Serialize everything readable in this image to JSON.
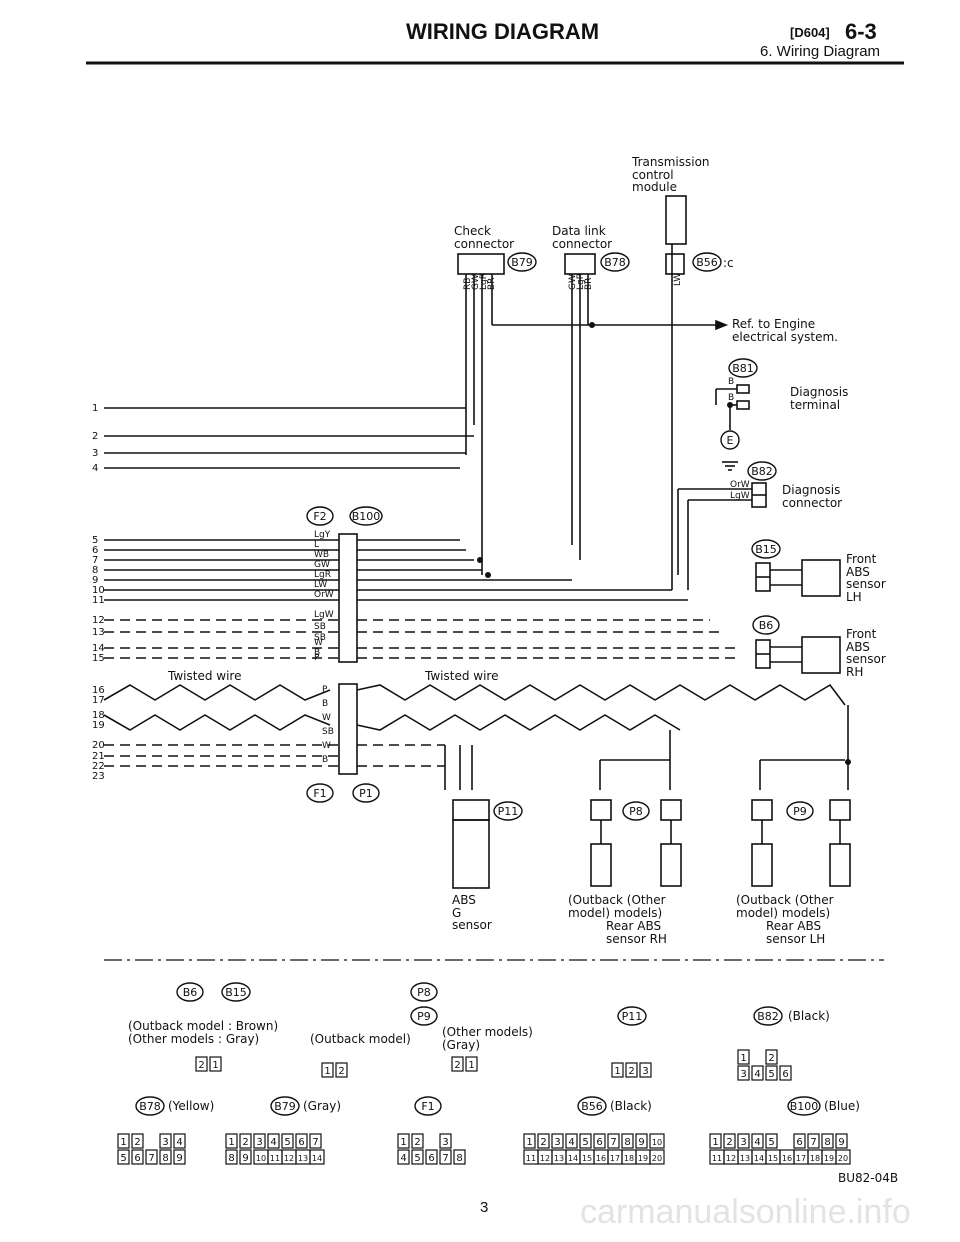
{
  "header": {
    "title": "WIRING DIAGRAM",
    "code": "[D604]",
    "section": "6-3",
    "subtitle": "6. Wiring Diagram"
  },
  "labels": {
    "tcm": "Transmission\ncontrol\nmodule",
    "check_connector": "Check\nconnector",
    "data_link": "Data link\nconnector",
    "b56_suffix": ":c",
    "ref_engine": "Ref. to Engine\nelectrical system.",
    "diag_terminal": "Diagnosis\nterminal",
    "diag_connector": "Diagnosis\nconnector",
    "front_abs_lh": "Front\nABS\nsensor\nLH",
    "front_abs_rh": "Front\nABS\nsensor\nRH",
    "twisted_1": "Twisted wire",
    "twisted_2": "Twisted wire",
    "abs_g": "ABS\nG\nsensor",
    "rear_rh_models": "(Outback (Other\nmodel) models)",
    "rear_rh_name": "Rear ABS\nsensor RH",
    "rear_lh_models": "(Outback (Other\nmodel) models)",
    "rear_lh_name": "Rear ABS\nsensor LH"
  },
  "connectors": {
    "b79": "B79",
    "b78": "B78",
    "b56": "B56",
    "b81": "B81",
    "e": "E",
    "b82": "B82",
    "f2": "F2",
    "b100": "B100",
    "b15": "B15",
    "b6": "B6",
    "f1": "F1",
    "p1": "P1",
    "p11": "P11",
    "p8": "P8",
    "p9": "P9"
  },
  "left_refs": [
    "1",
    "2",
    "3",
    "4",
    "5",
    "6",
    "7",
    "8",
    "9",
    "10",
    "11",
    "12",
    "13",
    "14",
    "15",
    "16",
    "17",
    "18",
    "19",
    "20",
    "21",
    "22",
    "23"
  ],
  "wire_codes": {
    "check": [
      "RB",
      "GW",
      "LgR",
      "BR"
    ],
    "datalink": [
      "GW",
      "LgR",
      "BR"
    ],
    "tcm": "LW",
    "f2_left": [
      "LgY",
      "L",
      "WB",
      "GW",
      "LgR",
      "LW",
      "OrW",
      "LgW",
      "SB",
      "W",
      "B",
      "SB",
      "P"
    ],
    "f1_left": [
      "P",
      "B",
      "W",
      "SB",
      "W",
      "B"
    ],
    "b81": [
      "B",
      "B"
    ],
    "b82": [
      "OrW",
      "LgW"
    ]
  },
  "legend": {
    "b6_b15_color": "(Outback model : Brown)\n(Other models : Gray)",
    "p9_color": "(Outback model)",
    "p8_color": "(Other models)\n(Gray)",
    "b82_color": "(Black)",
    "b78_color": "(Yellow)",
    "b79_color": "(Gray)",
    "b56_color": "(Black)",
    "b100_color": "(Blue)",
    "figure_code": "BU82-04B"
  },
  "page_number": "3",
  "watermark": "carmanualsonline.info"
}
